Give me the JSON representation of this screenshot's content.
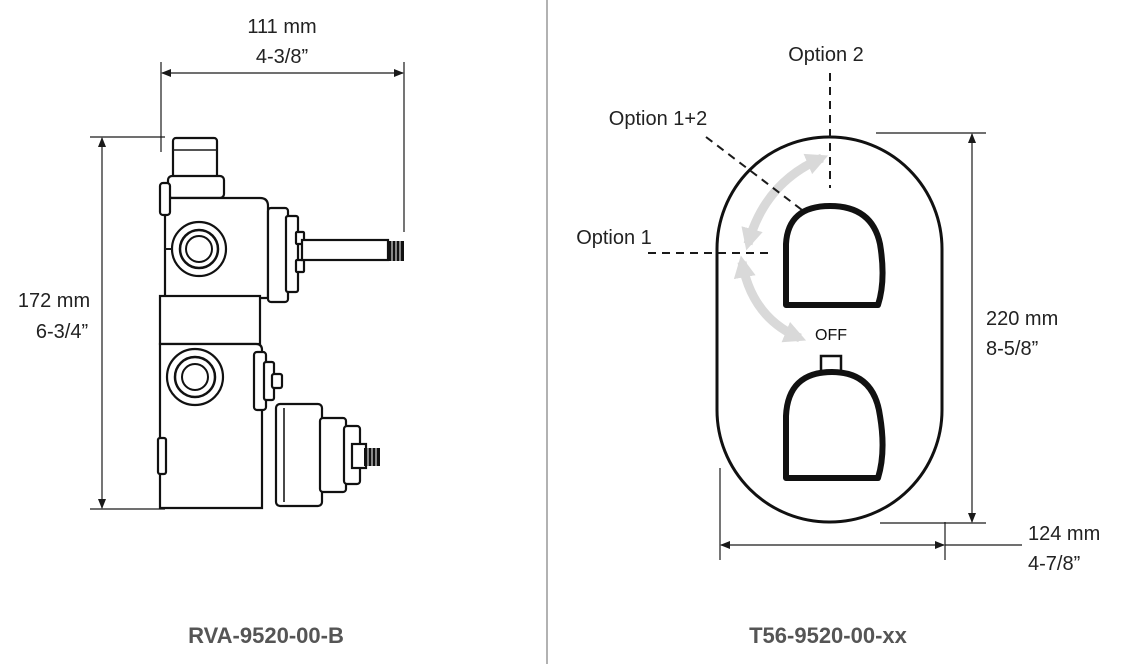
{
  "left": {
    "width_mm": "111 mm",
    "width_in": "4-3/8”",
    "height_mm": "172 mm",
    "height_in": "6-3/4”",
    "caption": "RVA-9520-00-B"
  },
  "right": {
    "option2": "Option 2",
    "option12": "Option 1+2",
    "option1": "Option 1",
    "off": "OFF",
    "height_mm": "220 mm",
    "height_in": "8-5/8”",
    "width_mm": "124 mm",
    "width_in": "4-7/8”",
    "caption": "T56-9520-00-xx"
  },
  "colors": {
    "line": "#1a1a1a",
    "arrow": "#d9d9d9",
    "divider": "#999999",
    "caption": "#555555"
  }
}
